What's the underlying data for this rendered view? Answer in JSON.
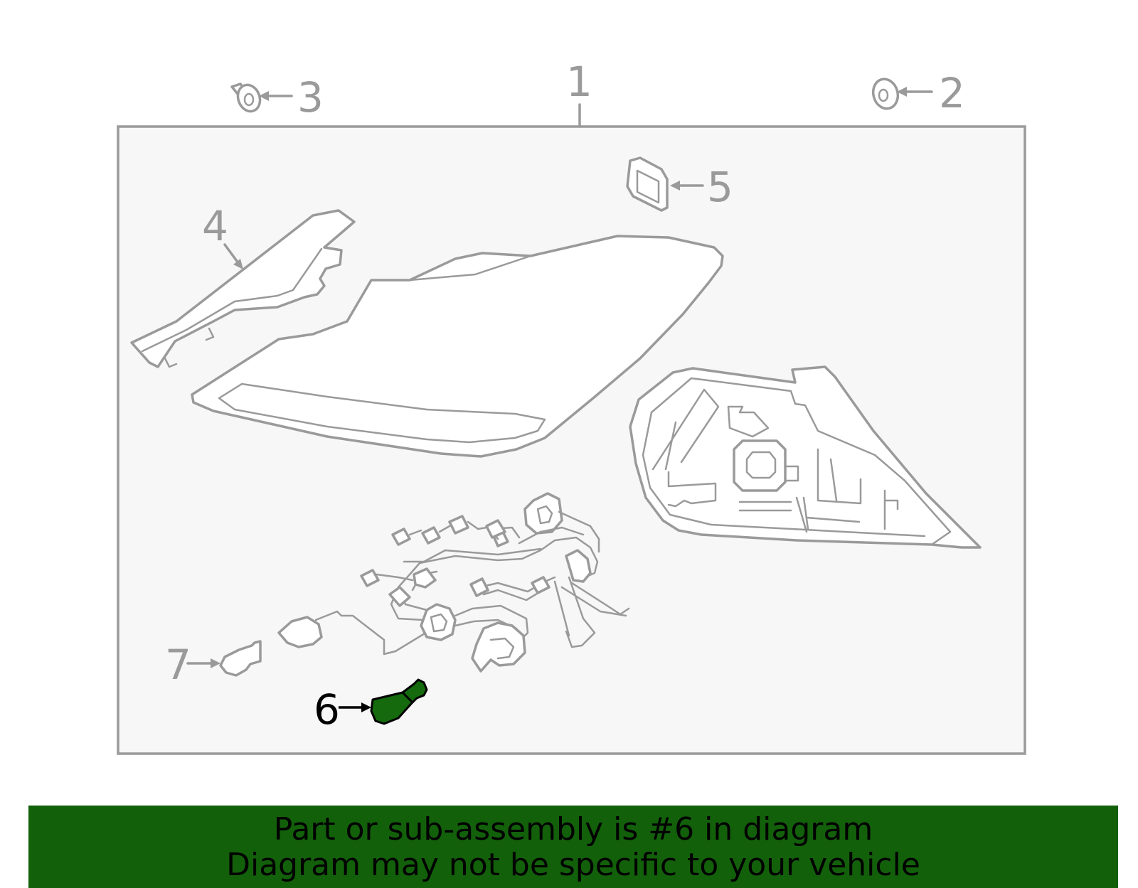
{
  "callouts": {
    "c1": "1",
    "c2": "2",
    "c3": "3",
    "c4": "4",
    "c5": "5",
    "c6": "6",
    "c7": "7"
  },
  "banner": {
    "line1": "Part or sub-assembly is #6 in diagram",
    "line2": "Diagram may not be specific to your vehicle"
  },
  "colors": {
    "banner_bg": "#13600b",
    "highlight_part": "#146a0c",
    "line_gray": "#9a9a9a",
    "panel_bg": "#f7f7f7"
  }
}
